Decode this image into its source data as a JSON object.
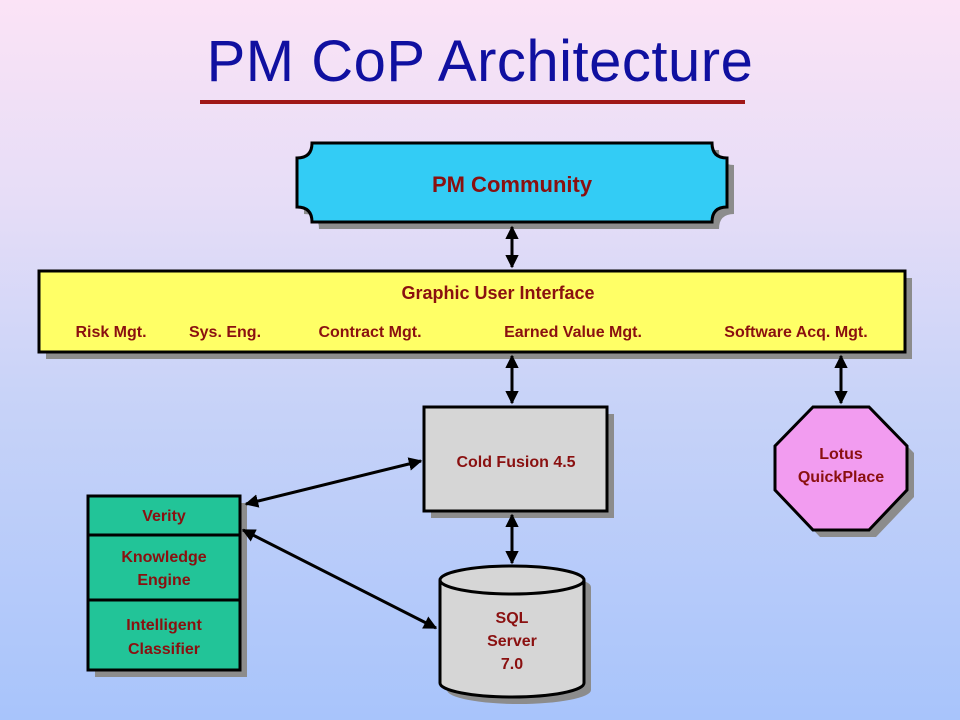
{
  "title": "PM CoP Architecture",
  "nodes": {
    "pm_community": "PM Community",
    "gui": {
      "title": "Graphic User Interface",
      "modules": [
        "Risk Mgt.",
        "Sys. Eng.",
        "Contract Mgt.",
        "Earned Value Mgt.",
        "Software Acq. Mgt."
      ]
    },
    "cold_fusion": "Cold Fusion 4.5",
    "lotus": [
      "Lotus",
      "QuickPlace"
    ],
    "sql_server": [
      "SQL",
      "Server",
      "7.0"
    ],
    "verity": "Verity",
    "knowledge_engine": [
      "Knowledge",
      "Engine"
    ],
    "intelligent_classifier": [
      "Intelligent",
      "Classifier"
    ]
  },
  "colors": {
    "title": "#1010a0",
    "title_rule": "#a01818",
    "label": "#8a1010",
    "pm_community_fill": "#33ccf5",
    "gui_fill": "#ffff66",
    "server_fill": "#d6d6d6",
    "lotus_fill": "#f29cf0",
    "verity_fill": "#22c498"
  },
  "connections": [
    [
      "pm_community",
      "gui"
    ],
    [
      "gui",
      "cold_fusion"
    ],
    [
      "gui",
      "lotus"
    ],
    [
      "cold_fusion",
      "sql_server"
    ],
    [
      "cold_fusion",
      "verity"
    ],
    [
      "sql_server",
      "knowledge_engine"
    ]
  ]
}
